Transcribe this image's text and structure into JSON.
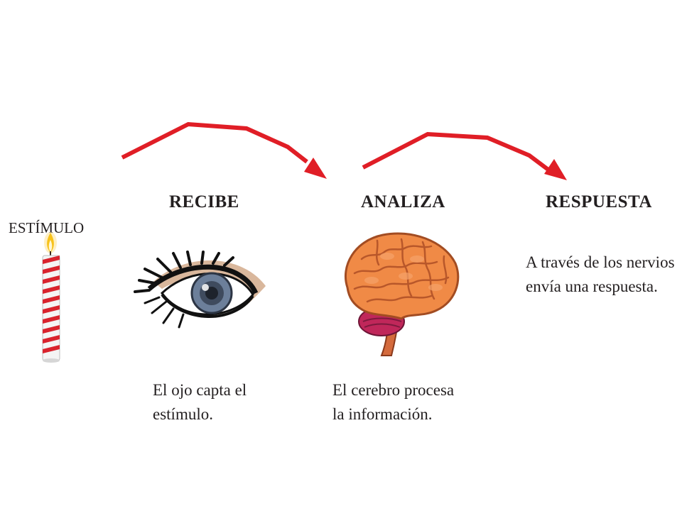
{
  "stimulus": {
    "label": "ESTÍMULO",
    "icon": "candle-icon"
  },
  "steps": [
    {
      "heading": "RECIBE",
      "icon": "eye-icon",
      "caption": [
        "El ojo capta el",
        "estímulo."
      ]
    },
    {
      "heading": "ANALIZA",
      "icon": "brain-icon",
      "caption": [
        "El cerebro procesa",
        "la información."
      ]
    },
    {
      "heading": "RESPUESTA",
      "caption": [
        "A través de los nervios",
        "envía una respuesta."
      ]
    }
  ],
  "colors": {
    "arrow": "#e01e26",
    "text": "#231f20",
    "candle_stripe": "#d9232d",
    "flame": "#f7c21a",
    "brain": "#f08a46",
    "cerebellum": "#c0275a",
    "iris": "#6c7f9a",
    "eye_shadow": "#d9b79c"
  }
}
